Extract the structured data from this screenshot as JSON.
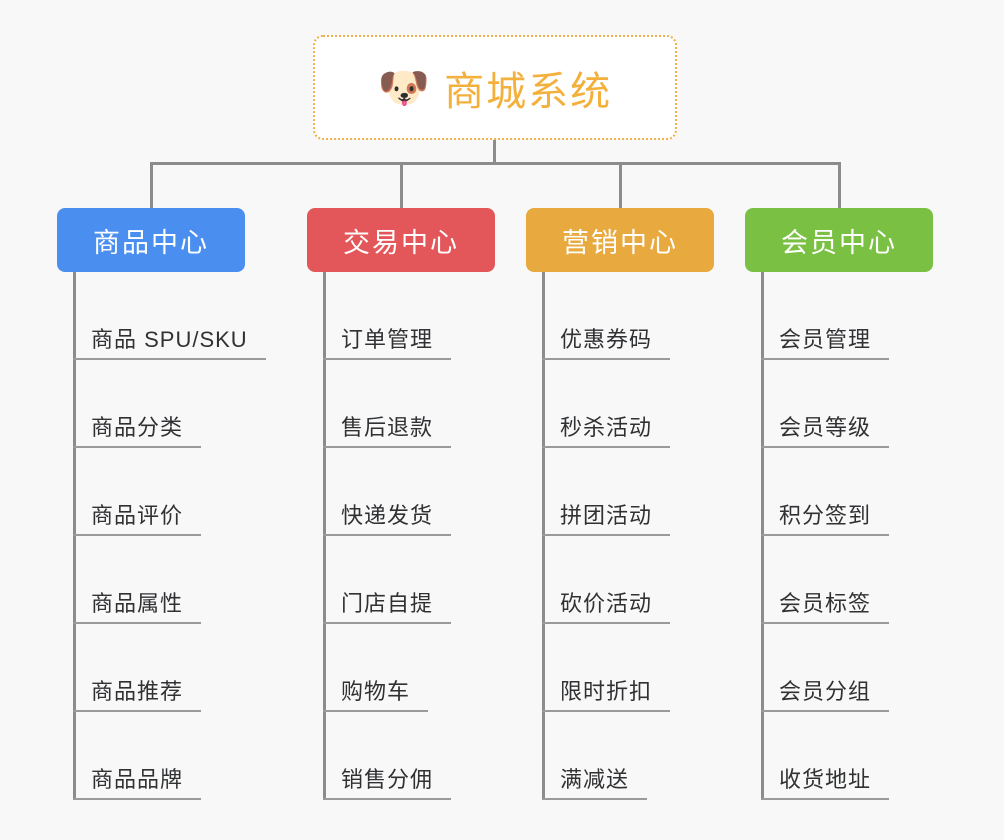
{
  "diagram": {
    "type": "mindmap-tree",
    "background_color": "#f8f8f8",
    "connector_color": "#8c8c8c",
    "root": {
      "icon": "dog-face-emoji",
      "icon_glyph": "🐶",
      "title": "商城系统",
      "text_color": "#f3b03c",
      "border_color": "#eeb04a",
      "background_color": "#ffffff"
    },
    "categories": [
      {
        "label": "商品中心",
        "color": "#4a8ff0",
        "text_color": "#ffffff",
        "items": [
          "商品 SPU/SKU",
          "商品分类",
          "商品评价",
          "商品属性",
          "商品推荐",
          "商品品牌"
        ]
      },
      {
        "label": "交易中心",
        "color": "#e3575a",
        "text_color": "#ffffff",
        "items": [
          "订单管理",
          "售后退款",
          "快递发货",
          "门店自提",
          "购物车",
          "销售分佣"
        ]
      },
      {
        "label": "营销中心",
        "color": "#e8a93f",
        "text_color": "#ffffff",
        "items": [
          "优惠券码",
          "秒杀活动",
          "拼团活动",
          "砍价活动",
          "限时折扣",
          "满减送"
        ]
      },
      {
        "label": "会员中心",
        "color": "#7ac143",
        "text_color": "#ffffff",
        "items": [
          "会员管理",
          "会员等级",
          "积分签到",
          "会员标签",
          "会员分组",
          "收货地址"
        ]
      }
    ]
  }
}
